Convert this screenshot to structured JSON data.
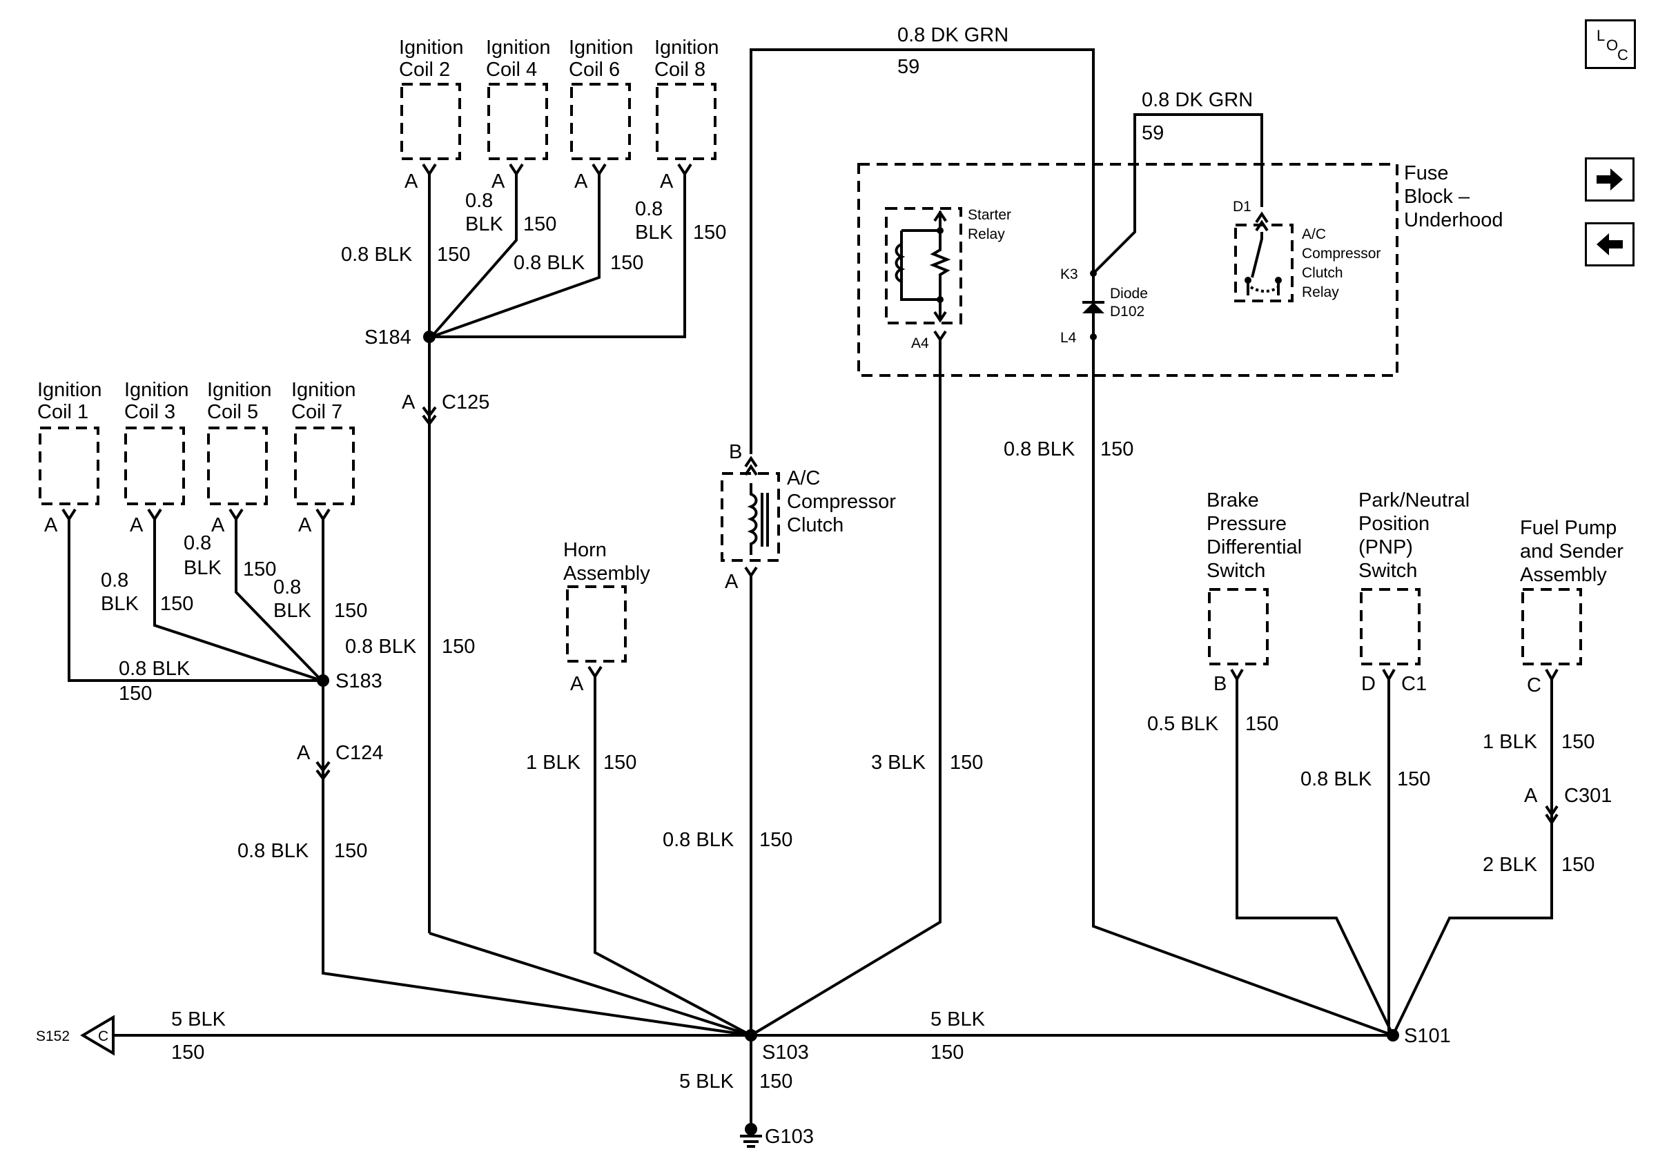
{
  "toolbar": {
    "loc": {
      "l": "L",
      "o": "O",
      "c": "C"
    },
    "next_icon": "arrow-right-icon",
    "prev_icon": "arrow-left-icon"
  },
  "components": {
    "ign_coil_2": [
      "Ignition",
      "Coil 2"
    ],
    "ign_coil_4": [
      "Ignition",
      "Coil 4"
    ],
    "ign_coil_6": [
      "Ignition",
      "Coil 6"
    ],
    "ign_coil_8": [
      "Ignition",
      "Coil 8"
    ],
    "ign_coil_1": [
      "Ignition",
      "Coil 1"
    ],
    "ign_coil_3": [
      "Ignition",
      "Coil 3"
    ],
    "ign_coil_5": [
      "Ignition",
      "Coil 5"
    ],
    "ign_coil_7": [
      "Ignition",
      "Coil 7"
    ],
    "horn": [
      "Horn",
      "Assembly"
    ],
    "ac_clutch": [
      "A/C",
      "Compressor",
      "Clutch"
    ],
    "brake_switch": [
      "Brake",
      "Pressure",
      "Differential",
      "Switch"
    ],
    "pnp_switch": [
      "Park/Neutral",
      "Position",
      "(PNP)",
      "Switch"
    ],
    "fuel_pump": [
      "Fuel Pump",
      "and Sender",
      "Assembly"
    ],
    "fuse_block": [
      "Fuse",
      "Block –",
      "Underhood"
    ],
    "starter_relay": [
      "Starter",
      "Relay"
    ],
    "ac_relay": [
      "A/C",
      "Compressor",
      "Clutch",
      "Relay"
    ],
    "diode": [
      "Diode",
      "D102"
    ]
  },
  "pins": {
    "A": "A",
    "B": "B",
    "C": "C",
    "D": "D",
    "C1": "C1",
    "K3": "K3",
    "L4": "L4",
    "A4": "A4",
    "D1": "D1"
  },
  "splices": {
    "s184": "S184",
    "s183": "S183",
    "s103": "S103",
    "s101": "S101",
    "s152": "S152"
  },
  "connectors": {
    "c125": "C125",
    "c124": "C124",
    "c301": "C301",
    "c_tri": "C"
  },
  "ground": "G103",
  "wires": {
    "blk08": "0.8 BLK",
    "blk05": "0.5 BLK",
    "blk1": "1 BLK",
    "blk2": "2 BLK",
    "blk3": "3 BLK",
    "blk5": "5 BLK",
    "dkgrn08": "0.8 DK GRN",
    "n150": "150",
    "n59": "59",
    "n08": "0.8",
    "blk": "BLK"
  }
}
